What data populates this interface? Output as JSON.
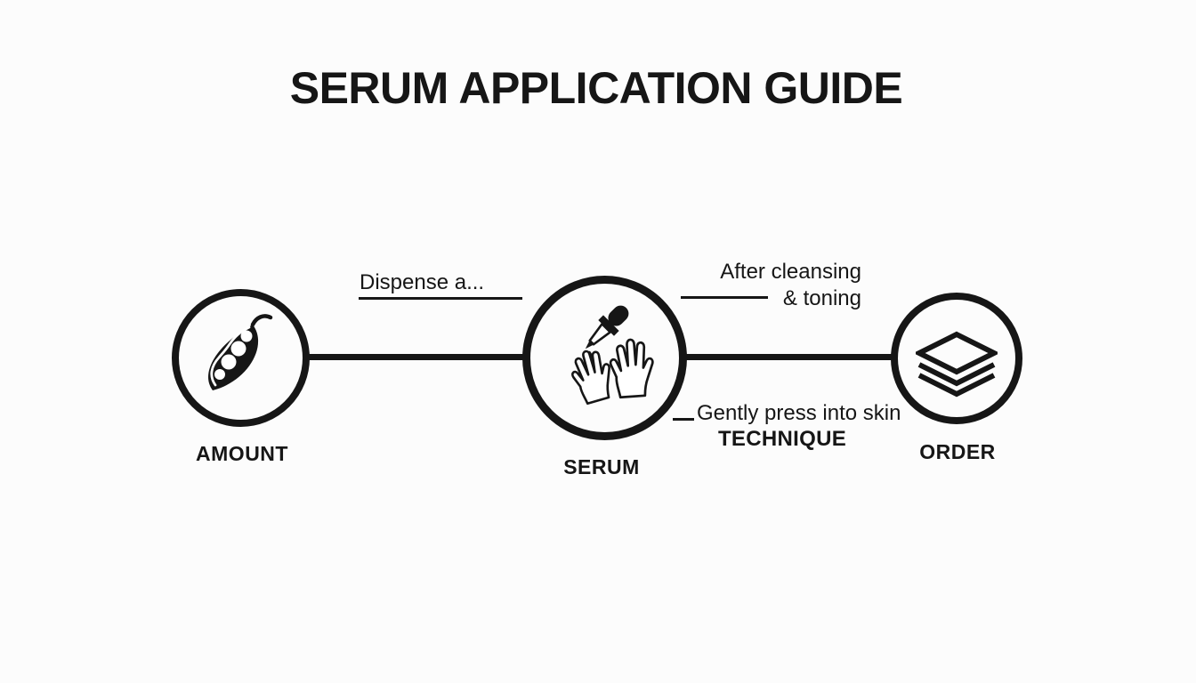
{
  "page": {
    "title": "SERUM APPLICATION GUIDE"
  },
  "colors": {
    "background": "#fcfcfc",
    "ink": "#161616"
  },
  "flow": {
    "steps": [
      {
        "label": "AMOUNT",
        "icon": "pea-pod-icon"
      },
      {
        "label": "SERUM",
        "icon": "dropper-hands-icon"
      },
      {
        "label": "ORDER",
        "icon": "layers-icon"
      }
    ],
    "annotations": {
      "dispense": {
        "text": "Dispense a..."
      },
      "after_cleansing": {
        "line1": "After cleansing",
        "line2": "& toning"
      },
      "technique": {
        "text": "Gently press into skin",
        "label": "TECHNIQUE"
      }
    }
  }
}
